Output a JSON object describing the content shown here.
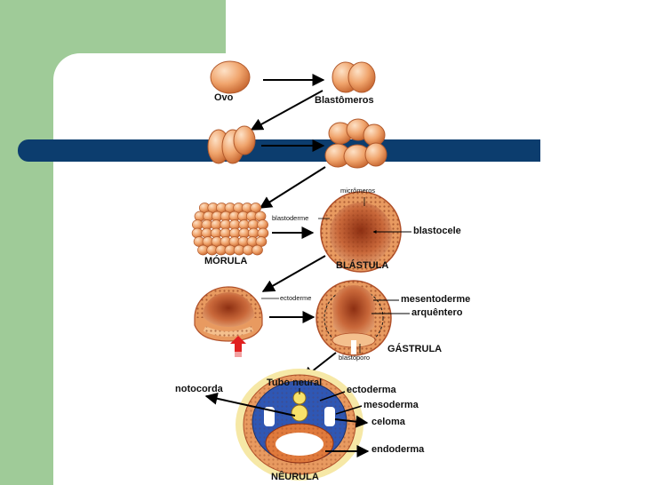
{
  "labels": {
    "ovo": "Ovo",
    "blastomeros": "Blastômeros",
    "micromeros": "micrômeros",
    "blastoderme": "blastoderme",
    "blastocele": "blastocele",
    "morula": "MÓRULA",
    "blastula": "BLÁSTULA",
    "ectoderme": "ectoderme",
    "mesentoderme": "mesentoderme",
    "arquentero": "arquêntero",
    "gastrula": "GÁSTRULA",
    "blastoporo": "blastóporo",
    "tubo_neural": "Tubo neural",
    "notocorda": "notocorda",
    "ectoderma": "ectoderma",
    "mesoderma": "mesoderma",
    "celoma": "celoma",
    "endoderma": "endoderma",
    "neurula": "NÊURULA"
  },
  "colors": {
    "side_panel": "#9fcb98",
    "blue_bar": "#0c3d6e",
    "cell_fill": "#f0a46c",
    "cell_dark": "#b8552a",
    "interior": "#d4773f",
    "blue_mesoderm": "#2f57b4",
    "yellow_yolk": "#f6e8a6",
    "arrow_red": "#e02020"
  }
}
